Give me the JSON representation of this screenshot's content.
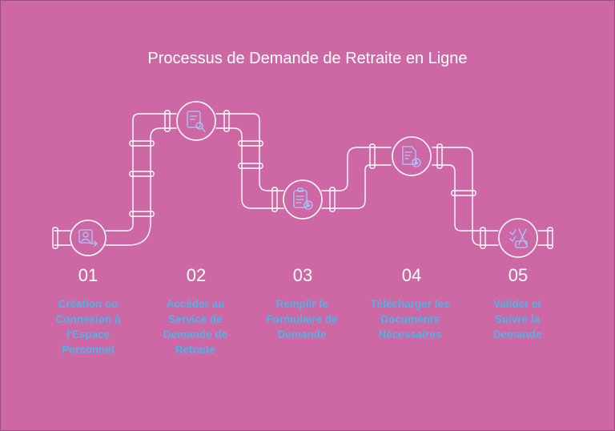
{
  "title": "Processus de Demande de Retraite en Ligne",
  "colors": {
    "background": "#cd68a5",
    "pipe_stroke": "#ffffff",
    "label": "#4fb3e8"
  },
  "steps": [
    {
      "number": "01",
      "label": "Création ou Connexion à l'Espace Personnel",
      "icon": "user-login-icon"
    },
    {
      "number": "02",
      "label": "Accéder au Service de Demande de Retraite",
      "icon": "document-search-icon"
    },
    {
      "number": "03",
      "label": "Remplir le Formulaire de Demande",
      "icon": "clipboard-form-icon"
    },
    {
      "number": "04",
      "label": "Télécharger les Documents Nécessaires",
      "icon": "document-download-icon"
    },
    {
      "number": "05",
      "label": "Valider et Suivre la Demande",
      "icon": "checklist-tools-icon"
    }
  ]
}
